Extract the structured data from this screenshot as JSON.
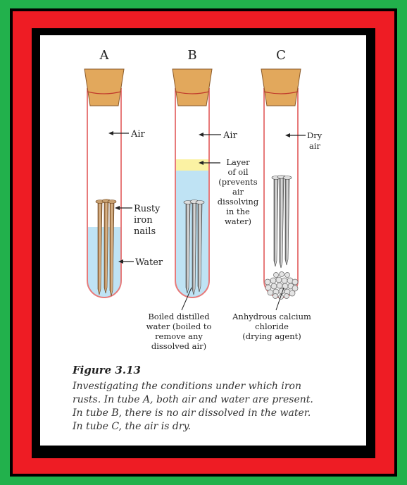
{
  "tubes": [
    {
      "letter": "A",
      "air_label": "Air",
      "nails_label": [
        "Rusty",
        "iron",
        "nails"
      ],
      "water_label": "Water"
    },
    {
      "letter": "B",
      "air_label": "Air",
      "oil_label": [
        "Layer",
        "of oil",
        "(prevents",
        "air",
        "dissolving",
        "in the",
        "water)"
      ],
      "bottom_label": [
        "Boiled distilled",
        "water (boiled to",
        "remove any",
        "dissolved air)"
      ]
    },
    {
      "letter": "C",
      "air_label": [
        "Dry",
        "air"
      ],
      "bottom_label": [
        "Anhydrous calcium",
        "chloride",
        "(drying agent)"
      ]
    }
  ],
  "caption": {
    "title": "Figure 3.13",
    "text": "Investigating the conditions under which iron rusts. In tube A, both air and water are present. In tube B, there is no air dissolved in the water. In tube C, the air is dry."
  },
  "colors": {
    "outer_border": "#22b14c",
    "inner_border": "#ee1c24",
    "cork": "#e2a85c",
    "tube_outline": "#e77a7a",
    "water": "#bfe3f4",
    "oil": "#fbf2a3"
  }
}
